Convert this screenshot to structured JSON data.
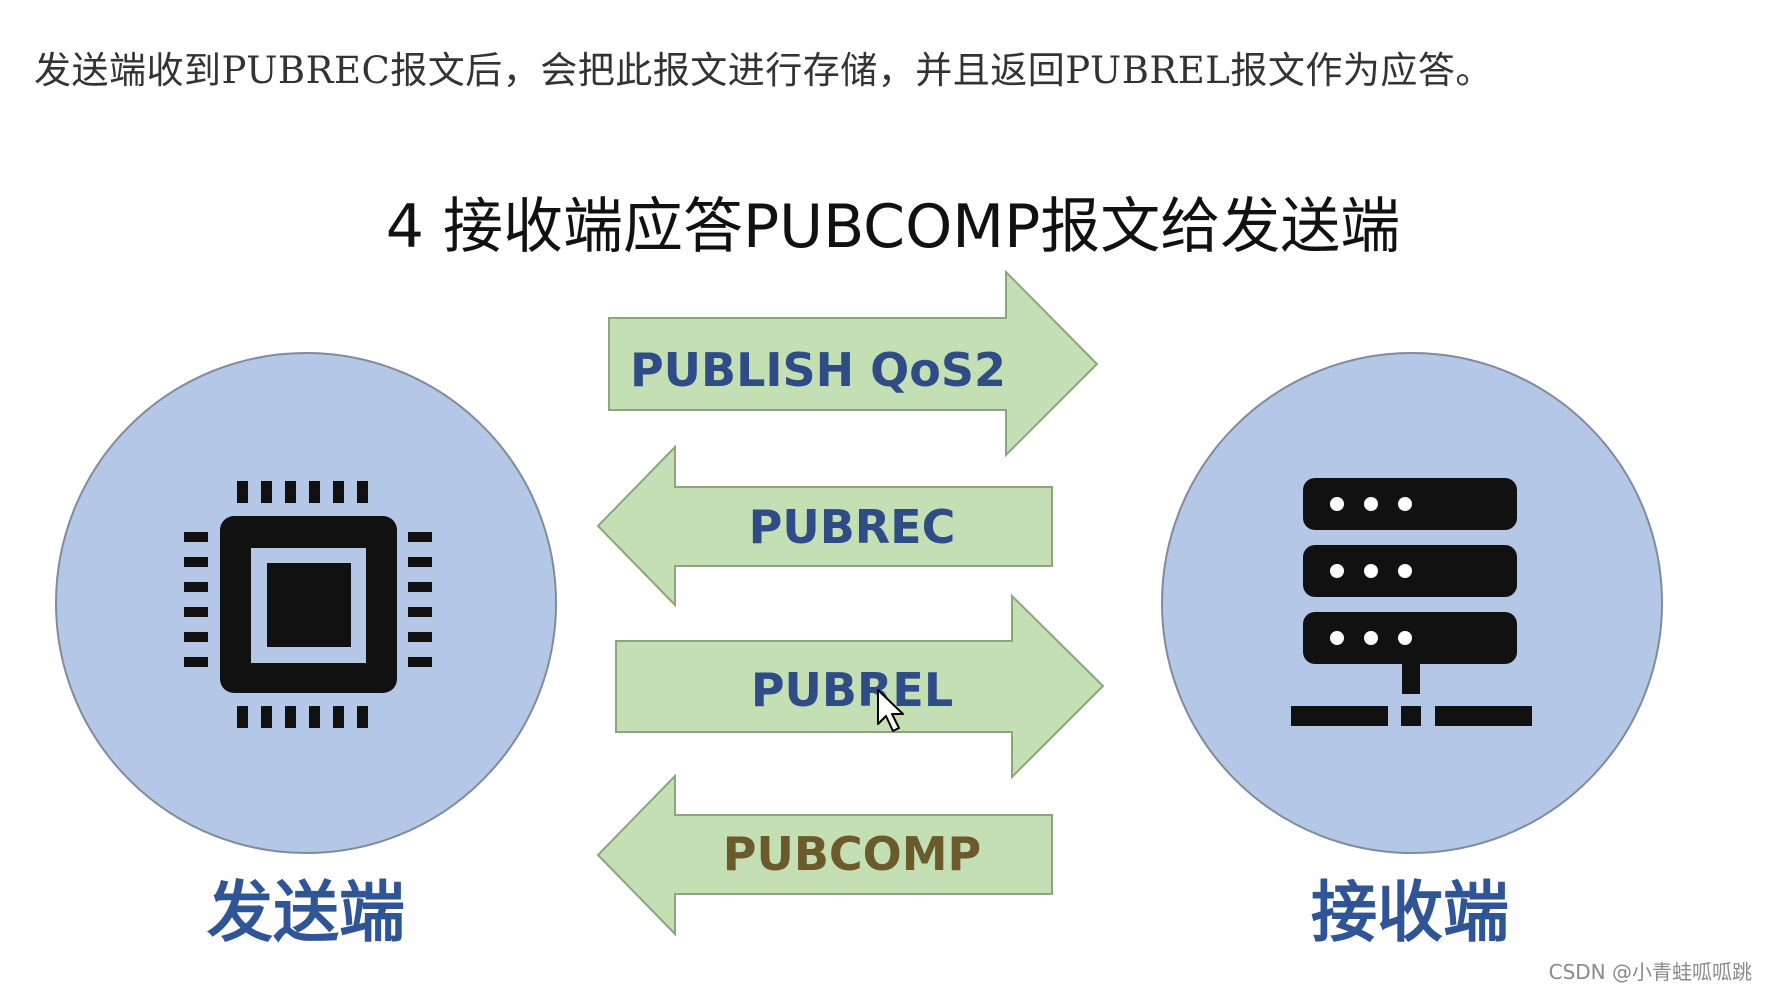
{
  "caption": "发送端收到PUBREC报文后，会把此报文进行存储，并且返回PUBREL报文作为应答。",
  "diagram": {
    "title": "4 接收端应答PUBCOMP报文给发送端",
    "sender": {
      "label": "发送端",
      "icon": "cpu-chip-icon"
    },
    "receiver": {
      "label": "接收端",
      "icon": "server-icon"
    },
    "messages": [
      {
        "label": "PUBLISH QoS2",
        "direction": "right"
      },
      {
        "label": "PUBREC",
        "direction": "left"
      },
      {
        "label": "PUBREL",
        "direction": "right"
      },
      {
        "label": "PUBCOMP",
        "direction": "left"
      }
    ],
    "colors": {
      "circle_fill": "#b4c7e7",
      "circle_stroke": "#7f8c9a",
      "arrow_fill": "#c5dfb4",
      "arrow_stroke": "#8aa67a",
      "arrow_text": "#2e4d87",
      "arrow_text_last": "#6b5a2a",
      "node_label": "#2f5597",
      "icon": "#111111"
    }
  },
  "watermark": "CSDN @小青蛙呱呱跳"
}
